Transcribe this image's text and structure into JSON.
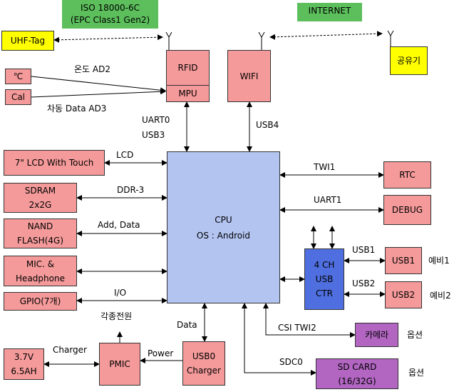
{
  "blocks": {
    "iso": [
      "ISO 18000-6C",
      "(EPC Class1 Gen2)"
    ],
    "internet": "INTERNET",
    "uhf_tag": "UHF-Tag",
    "rfid": "RFID",
    "mpu": "MPU",
    "wifi": "WIFI",
    "router": "공유기",
    "temp_sensor": "℃",
    "cal": "Cal",
    "lcd": "7\" LCD With Touch",
    "sdram": [
      "SDRAM",
      "2x2G"
    ],
    "nand": [
      "NAND",
      "FLASH(4G)"
    ],
    "mic": [
      "MIC. &",
      "Headphone"
    ],
    "gpio": "GPIO(7개)",
    "cpu": [
      "CPU",
      "OS : Android"
    ],
    "rtc": "RTC",
    "debug": "DEBUG",
    "usb_ctr": [
      "4 CH",
      "USB",
      "CTR"
    ],
    "usb1": "USB1",
    "usb2": "USB2",
    "camera": "카메라",
    "sdcard": [
      "SD CARD",
      "(16/32G)"
    ],
    "battery": [
      "3.7V",
      "6.5AH"
    ],
    "pmic": "PMIC",
    "usb0": [
      "USB0",
      "Charger"
    ]
  },
  "labels": {
    "temp_ad": "온도 AD2",
    "data_ad": "차동 Data AD3",
    "uart0": "UART0",
    "usb3": "USB3",
    "usb4": "USB4",
    "lcd_bus": "LCD",
    "ddr3": "DDR-3",
    "add_data": "Add, Data",
    "io": "I/O",
    "twi1": "TWI1",
    "uart1": "UART1",
    "usb1_bus": "USB1",
    "usb2_bus": "USB2",
    "spare1": "예비1",
    "spare2": "예비2",
    "csi_twi2": "CSI TWI2",
    "option_cam": "옵션",
    "sdc0": "SDC0",
    "option_sd": "옵션",
    "data": "Data",
    "power_out": "각종전원",
    "charger": "Charger",
    "power": "Power"
  }
}
